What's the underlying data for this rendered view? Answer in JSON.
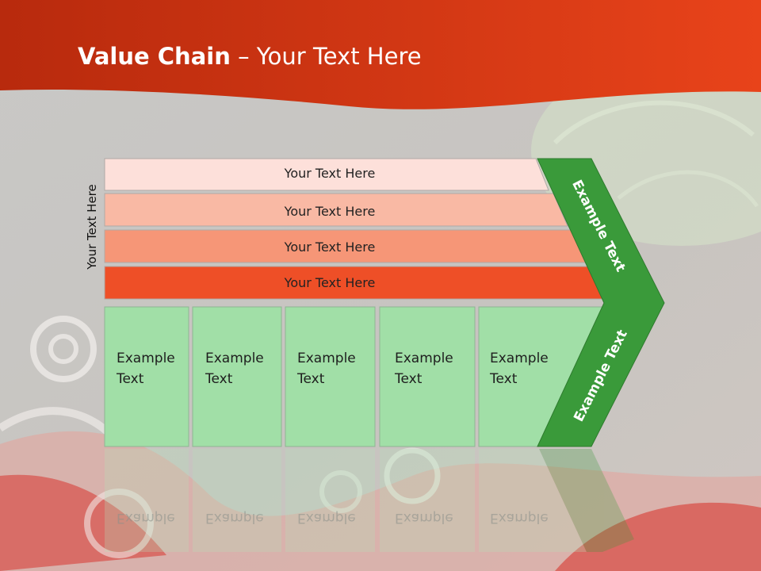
{
  "title": {
    "bold": "Value Chain",
    "rest": " – Your Text Here"
  },
  "side_label": "Your Text Here",
  "bars": [
    {
      "label": "Your Text Here",
      "color": "#fde0da"
    },
    {
      "label": "Your Text Here",
      "color": "#f9b9a4"
    },
    {
      "label": "Your Text Here",
      "color": "#f69677"
    },
    {
      "label": "Your Text Here",
      "color": "#ee4f27"
    }
  ],
  "segments": [
    {
      "line1": "Example",
      "line2": "Text"
    },
    {
      "line1": "Example",
      "line2": "Text"
    },
    {
      "line1": "Example",
      "line2": "Text"
    },
    {
      "line1": "Example",
      "line2": "Text"
    },
    {
      "line1": "Example",
      "line2": "Text"
    }
  ],
  "chevron": {
    "upper": "Example Text",
    "lower": "Example Text"
  },
  "colors": {
    "header": "#d8300f",
    "segment": "#a1dfa7",
    "chevron": "#3a9a3a"
  }
}
